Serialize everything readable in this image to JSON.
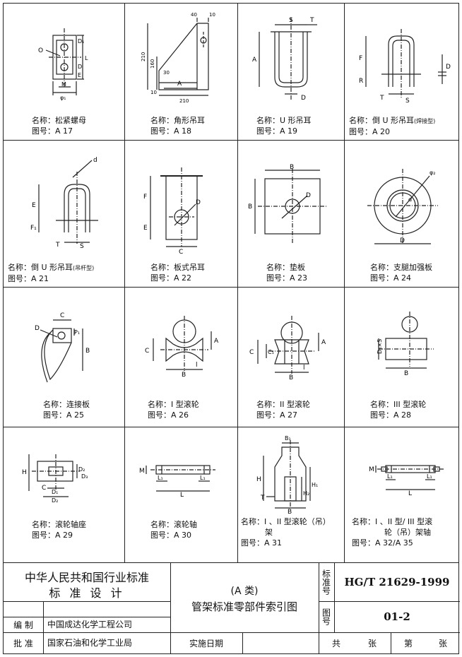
{
  "items": [
    {
      "name_label": "名称：",
      "name": "松紧螺母",
      "num_label": "图号：",
      "num": "A 17"
    },
    {
      "name_label": "名称：",
      "name": "角形吊耳",
      "num_label": "图号：",
      "num": "A 18"
    },
    {
      "name_label": "名称：",
      "name": "U 形吊耳",
      "num_label": "图号：",
      "num": "A 19"
    },
    {
      "name_label": "名称：",
      "name": "倒 U 形吊耳",
      "name_note": "(焊接型)",
      "num_label": "图号：",
      "num": "A 20"
    },
    {
      "name_label": "名称：",
      "name": "倒 U 形吊耳",
      "name_note": "(吊杆型)",
      "num_label": "图号：",
      "num": "A 21"
    },
    {
      "name_label": "名称：",
      "name": "板式吊耳",
      "num_label": "图号：",
      "num": "A 22"
    },
    {
      "name_label": "名称：",
      "name": "垫板",
      "num_label": "图号：",
      "num": "A 23"
    },
    {
      "name_label": "名称：",
      "name": "支腿加强板",
      "num_label": "图号：",
      "num": "A 24"
    },
    {
      "name_label": "名称：",
      "name": "连接板",
      "num_label": "图号：",
      "num": "A 25"
    },
    {
      "name_label": "名称：",
      "name": "I 型滚轮",
      "num_label": "图号：",
      "num": "A 26"
    },
    {
      "name_label": "名称：",
      "name": "II 型滚轮",
      "num_label": "图号：",
      "num": "A 27"
    },
    {
      "name_label": "名称：",
      "name": "III 型滚轮",
      "num_label": "图号：",
      "num": "A 28"
    },
    {
      "name_label": "名称：",
      "name": "滚轮轴座",
      "num_label": "图号：",
      "num": "A 29"
    },
    {
      "name_label": "名称：",
      "name": "滚轮轴",
      "num_label": "图号：",
      "num": "A 30"
    },
    {
      "name_label": "名称：",
      "name": "I 、II 型滚轮（吊）",
      "name2": "架",
      "num_label": "图号：",
      "num": "A 31"
    },
    {
      "name_label": "名称：",
      "name": "I 、II 型/ III 型滚",
      "name2": "轮（吊）架轴",
      "num_label": "图号：",
      "num": "A 32/A 35"
    }
  ],
  "labels": {
    "a17": {
      "O": "O",
      "D": "D",
      "D1": "D₁",
      "L": "L",
      "M": "M",
      "phi1": "φ₁",
      "E": "E"
    },
    "a18": {
      "d40": "40",
      "d10": "10",
      "d210v": "210",
      "d160": "160",
      "d30": "30",
      "d10b": "10",
      "A": "A",
      "d210h": "210"
    },
    "a19": {
      "S": "S",
      "T": "T",
      "A": "A",
      "D": "D"
    },
    "a20": {
      "F": "F",
      "R": "R",
      "D": "D",
      "T": "T",
      "S": "S"
    },
    "a21": {
      "d": "d",
      "E": "E",
      "F1": "F₁",
      "T": "T",
      "S": "S"
    },
    "a22": {
      "F": "F",
      "E": "E",
      "D": "D",
      "C": "C"
    },
    "a23": {
      "B": "B",
      "B2": "B",
      "D": "D"
    },
    "a24": {
      "phi2": "φ₂",
      "d": "d",
      "D": "D"
    },
    "a25": {
      "C": "C",
      "D": "D",
      "P1": "P₁",
      "B": "B"
    },
    "a26": {
      "C": "C",
      "A": "A",
      "B": "B",
      "l": "l"
    },
    "a27": {
      "C": "C",
      "C1": "C₁",
      "A": "A",
      "B": "B",
      "l": "l"
    },
    "a28": {
      "D4S": "D₄×S",
      "B": "B"
    },
    "a29": {
      "H": "H",
      "C": "C",
      "D2": "D₂",
      "D3": "D₃",
      "D1": "D₁",
      "D2b": "D₂"
    },
    "a30": {
      "M": "M",
      "L1": "L₁",
      "L1b": "L₁",
      "L": "L"
    },
    "a31": {
      "B1": "B₁",
      "H": "H",
      "H1": "H₁",
      "H2": "H₂",
      "T": "T",
      "B": "B"
    },
    "a32": {
      "M": "M",
      "L1": "L₁",
      "L1b": "L₁",
      "L": "L"
    }
  },
  "title_block": {
    "org_line1": "中华人民共和国行业标准",
    "org_line2": "标 准 设 计",
    "doc_title1": "(A 类)",
    "doc_title2": "管架标准零部件索引图",
    "std_label": "标准号",
    "std_no": "HG/T 21629-1999",
    "fig_label": "图号",
    "fig_no": "01-2",
    "compiled_label": "编 制",
    "compiled_by": "中国成达化学工程公司",
    "approved_label": "批 准",
    "approved_by": "国家石油和化学工业局",
    "impl_label": "实施日期",
    "total_label": "共",
    "sheet_unit": "张",
    "sheet_label": "第",
    "sheet_unit2": "张"
  }
}
